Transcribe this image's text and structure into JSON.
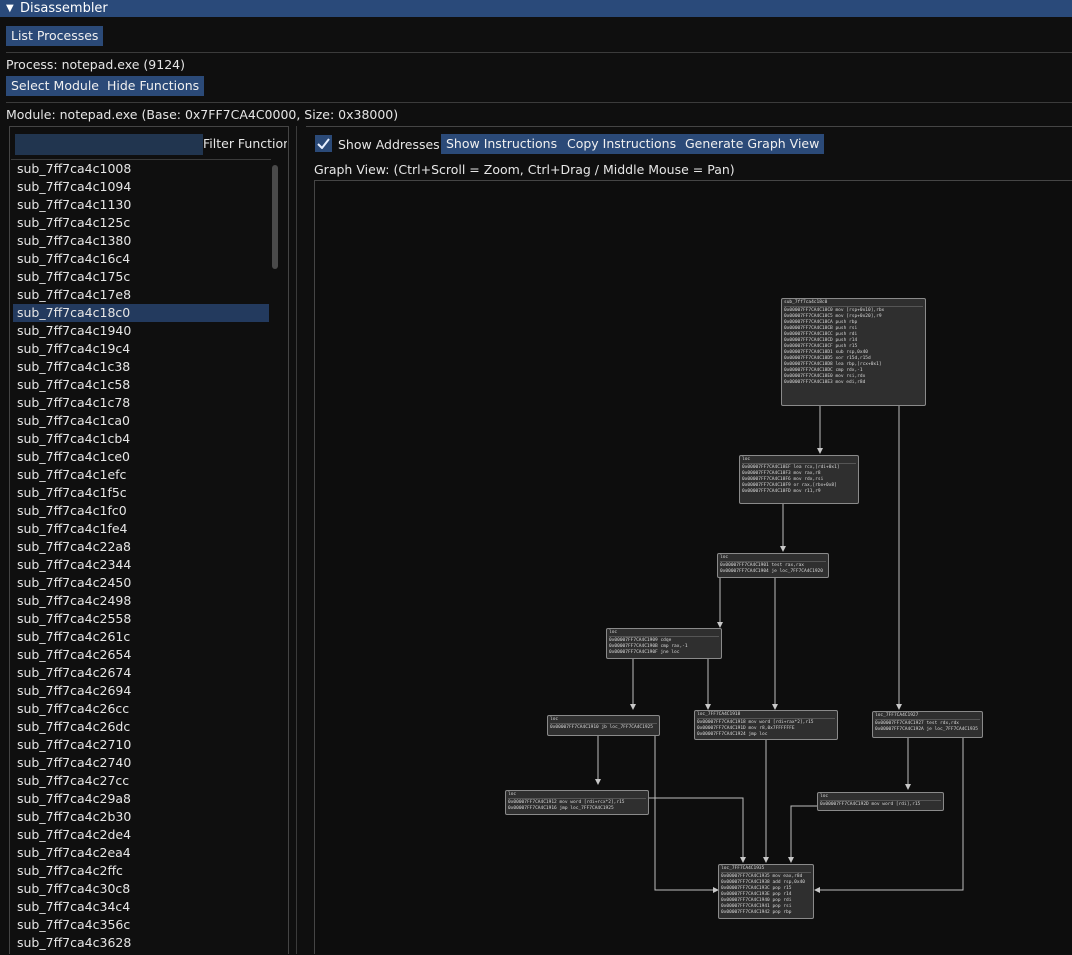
{
  "window": {
    "title": "Disassembler",
    "collapse_icon": "triangle-down-icon"
  },
  "toolbar": {
    "list_processes": "List Processes",
    "process_label": "Process: notepad.exe (9124)",
    "select_module": "Select Module",
    "hide_functions": "Hide Functions",
    "module_label": "Module: notepad.exe (Base: 0x7FF7CA4C0000, Size: 0x38000)"
  },
  "functions": {
    "filter_placeholder": "",
    "filter_label": "Filter Functions",
    "selected_index": 8,
    "items": [
      "sub_7ff7ca4c1008",
      "sub_7ff7ca4c1094",
      "sub_7ff7ca4c1130",
      "sub_7ff7ca4c125c",
      "sub_7ff7ca4c1380",
      "sub_7ff7ca4c16c4",
      "sub_7ff7ca4c175c",
      "sub_7ff7ca4c17e8",
      "sub_7ff7ca4c18c0",
      "sub_7ff7ca4c1940",
      "sub_7ff7ca4c19c4",
      "sub_7ff7ca4c1c38",
      "sub_7ff7ca4c1c58",
      "sub_7ff7ca4c1c78",
      "sub_7ff7ca4c1ca0",
      "sub_7ff7ca4c1cb4",
      "sub_7ff7ca4c1ce0",
      "sub_7ff7ca4c1efc",
      "sub_7ff7ca4c1f5c",
      "sub_7ff7ca4c1fc0",
      "sub_7ff7ca4c1fe4",
      "sub_7ff7ca4c22a8",
      "sub_7ff7ca4c2344",
      "sub_7ff7ca4c2450",
      "sub_7ff7ca4c2498",
      "sub_7ff7ca4c2558",
      "sub_7ff7ca4c261c",
      "sub_7ff7ca4c2654",
      "sub_7ff7ca4c2674",
      "sub_7ff7ca4c2694",
      "sub_7ff7ca4c26cc",
      "sub_7ff7ca4c26dc",
      "sub_7ff7ca4c2710",
      "sub_7ff7ca4c2740",
      "sub_7ff7ca4c27cc",
      "sub_7ff7ca4c29a8",
      "sub_7ff7ca4c2b30",
      "sub_7ff7ca4c2de4",
      "sub_7ff7ca4c2ea4",
      "sub_7ff7ca4c2ffc",
      "sub_7ff7ca4c30c8",
      "sub_7ff7ca4c34c4",
      "sub_7ff7ca4c356c",
      "sub_7ff7ca4c3628"
    ]
  },
  "controls": {
    "show_addresses_label": "Show Addresses",
    "show_addresses_checked": true,
    "show_instructions": "Show Instructions",
    "copy_instructions": "Copy Instructions",
    "generate_graph_view": "Generate Graph View"
  },
  "graph": {
    "label": "Graph View: (Ctrl+Scroll = Zoom, Ctrl+Drag / Middle Mouse = Pan)",
    "nodes": [
      {
        "id": "n0",
        "lines": [
          "sub_7ff7ca4c18c0",
          "0x00007FF7CA4C18C0  mov [rsp+0x10],rbx",
          "0x00007FF7CA4C18C5  mov [rsp+0x20],r9",
          "0x00007FF7CA4C18CA  push rbp",
          "0x00007FF7CA4C18CB  push rsi",
          "0x00007FF7CA4C18CC  push rdi",
          "0x00007FF7CA4C18CD  push r14",
          "0x00007FF7CA4C18CF  push r15",
          "0x00007FF7CA4C18D1  sub rsp,0x40",
          "0x00007FF7CA4C18D5  xor r15d,r15d",
          "0x00007FF7CA4C18D8  lea rbp,[rcx+0x1]",
          "0x00007FF7CA4C18DC  cmp rdx,-1",
          "0x00007FF7CA4C18E0  mov rsi,rdx",
          "0x00007FF7CA4C18E3  mov edi,r8d"
        ]
      },
      {
        "id": "n1",
        "lines": [
          "loc",
          "0x00007FF7CA4C18EF  lea rcx,[rdi+0x1]",
          "0x00007FF7CA4C18F3  mov rax,r8",
          "0x00007FF7CA4C18F6  mov rdx,rsi",
          "0x00007FF7CA4C18F9  or rax,[rbx+0x8]",
          "0x00007FF7CA4C18FD  mov r11,r9"
        ]
      },
      {
        "id": "n2",
        "lines": [
          "loc",
          "0x00007FF7CA4C1901  test rax,rax",
          "0x00007FF7CA4C1904  je loc_7FF7CA4C1920"
        ]
      },
      {
        "id": "n3",
        "lines": [
          "loc",
          "0x00007FF7CA4C1909  cdqe",
          "0x00007FF7CA4C190B  cmp rax,-1",
          "0x00007FF7CA4C190F  jne loc"
        ]
      },
      {
        "id": "n4",
        "lines": [
          "loc_7FF7CA4C1918",
          "0x00007FF7CA4C1918  mov word [rdi+rax*2],r15",
          "0x00007FF7CA4C191D  mov r8,0x7FFFFFFE",
          "0x00007FF7CA4C1924  jmp loc"
        ]
      },
      {
        "id": "n5",
        "lines": [
          "loc_7FF7CA4C1927",
          "0x00007FF7CA4C1927  test rdx,rdx",
          "0x00007FF7CA4C192A  je loc_7FF7CA4C1935"
        ]
      },
      {
        "id": "n6",
        "lines": [
          "loc",
          "0x00007FF7CA4C1910  jb loc_7FF7CA4C1925"
        ]
      },
      {
        "id": "n7",
        "lines": [
          "loc",
          "0x00007FF7CA4C1912  mov word [rdi+rcx*2],r15",
          "0x00007FF7CA4C1916  jmp loc_7FF7CA4C1925"
        ]
      },
      {
        "id": "n8",
        "lines": [
          "loc",
          "0x00007FF7CA4C192D  mov word [rdi],r15"
        ]
      },
      {
        "id": "n9",
        "lines": [
          "loc_7FF7CA4C1935",
          "0x00007FF7CA4C1935  mov eax,r8d",
          "0x00007FF7CA4C1938  add rsp,0x40",
          "0x00007FF7CA4C193C  pop r15",
          "0x00007FF7CA4C193E  pop r14",
          "0x00007FF7CA4C1940  pop rdi",
          "0x00007FF7CA4C1941  pop rsi",
          "0x00007FF7CA4C1942  pop rbp"
        ]
      }
    ]
  }
}
